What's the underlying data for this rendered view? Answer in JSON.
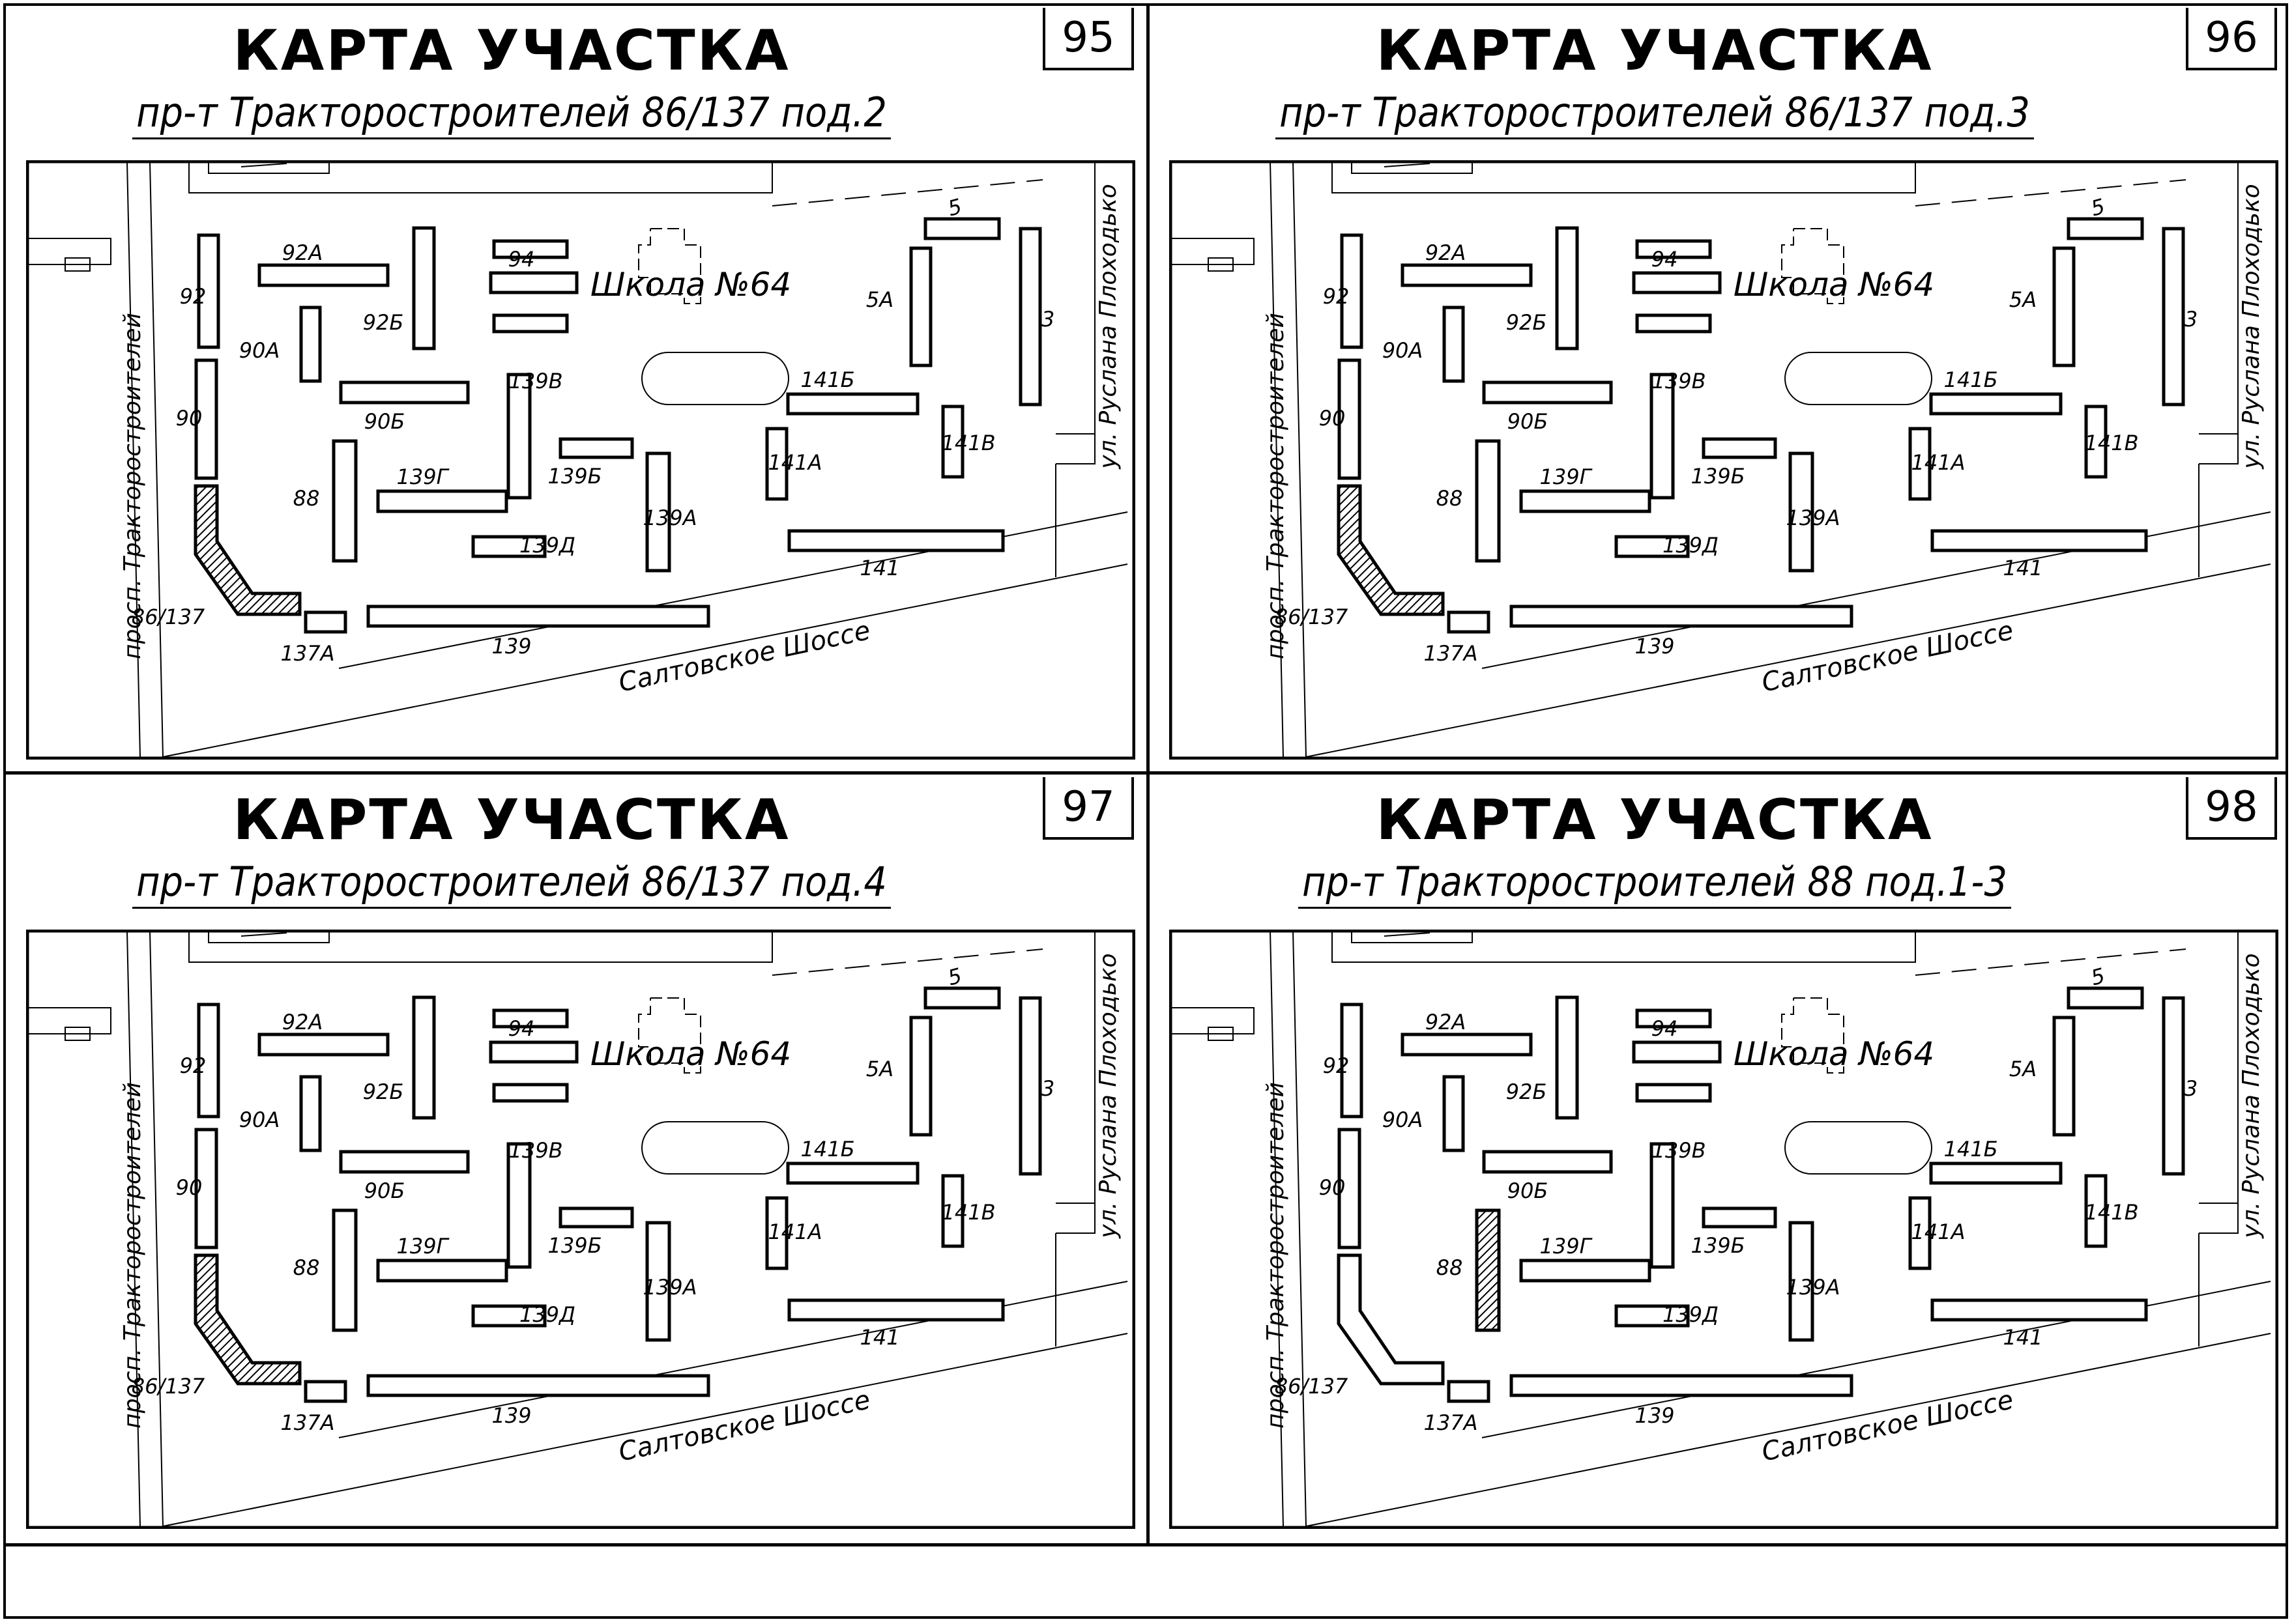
{
  "panels": [
    {
      "title": "КАРТА УЧАСТКА",
      "address": "пр-т Тракторостроителей 86/137 под.2",
      "number": "95",
      "highlight": "86/137"
    },
    {
      "title": "КАРТА УЧАСТКА",
      "address": "пр-т Тракторостроителей 86/137 под.3",
      "number": "96",
      "highlight": "86/137"
    },
    {
      "title": "КАРТА УЧАСТКА",
      "address": "пр-т Тракторостроителей 86/137 под.4",
      "number": "97",
      "highlight": "86/137"
    },
    {
      "title": "КАРТА УЧАСТКА",
      "address": "пр-т Тракторостроителей 88 под.1-3",
      "number": "98",
      "highlight": "88"
    }
  ],
  "map_labels": {
    "street_left": "просп. Тракторостроителей",
    "street_right": "ул. Руслана Плоходько",
    "street_bottom": "Салтовское Шоссе",
    "school": "Школа №64",
    "b92": "92",
    "b92a": "92А",
    "b92b": "92Б",
    "b90a": "90А",
    "b90": "90",
    "b90b": "90Б",
    "b94": "94",
    "b88": "88",
    "b86_137": "86/137",
    "b137a": "137А",
    "b139": "139",
    "b139g": "139Г",
    "b139v": "139В",
    "b139b": "139Б",
    "b139d": "139Д",
    "b139a": "139А",
    "b141": "141",
    "b141a": "141А",
    "b141b": "141Б",
    "b141v": "141В",
    "b5": "5",
    "b5a": "5А",
    "b3": "3"
  },
  "colors": {
    "ink": "#000000",
    "paper": "#ffffff"
  }
}
